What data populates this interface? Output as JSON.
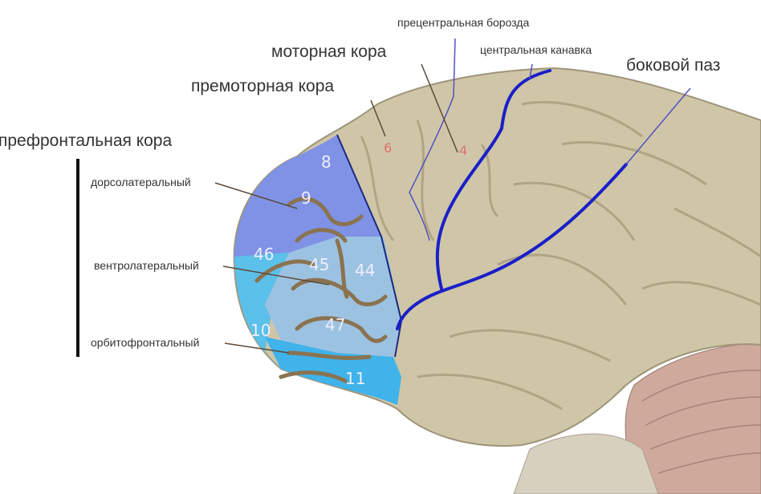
{
  "labels": {
    "precentral_sulcus": "прецентральная борозда",
    "motor_cortex": "моторная кора",
    "central_sulcus": "центральная канавка",
    "lateral_sulcus": "боковой паз",
    "premotor_cortex": "премоторная кора",
    "prefrontal_cortex": "префронтальная кора",
    "dorsolateral": "дорсолатеральный",
    "ventrolateral": "вентролатеральный",
    "orbitofrontal": "орбитофронтальный"
  },
  "areas": {
    "a8": "8",
    "a9": "9",
    "a46": "46",
    "a45": "45",
    "a44": "44",
    "a47": "47",
    "a10": "10",
    "a11": "11",
    "a6": "6",
    "a4": "4"
  },
  "colors": {
    "cortex": "#cfc6a8",
    "sulcus_line": "#1a1fc8",
    "dorsolateral": "#7f92e6",
    "ventrolateral": "#9cc2e2",
    "orbitofrontal": "#3fb3ea",
    "gyri": "#8a7350",
    "cerebellum": "#caa79a"
  }
}
